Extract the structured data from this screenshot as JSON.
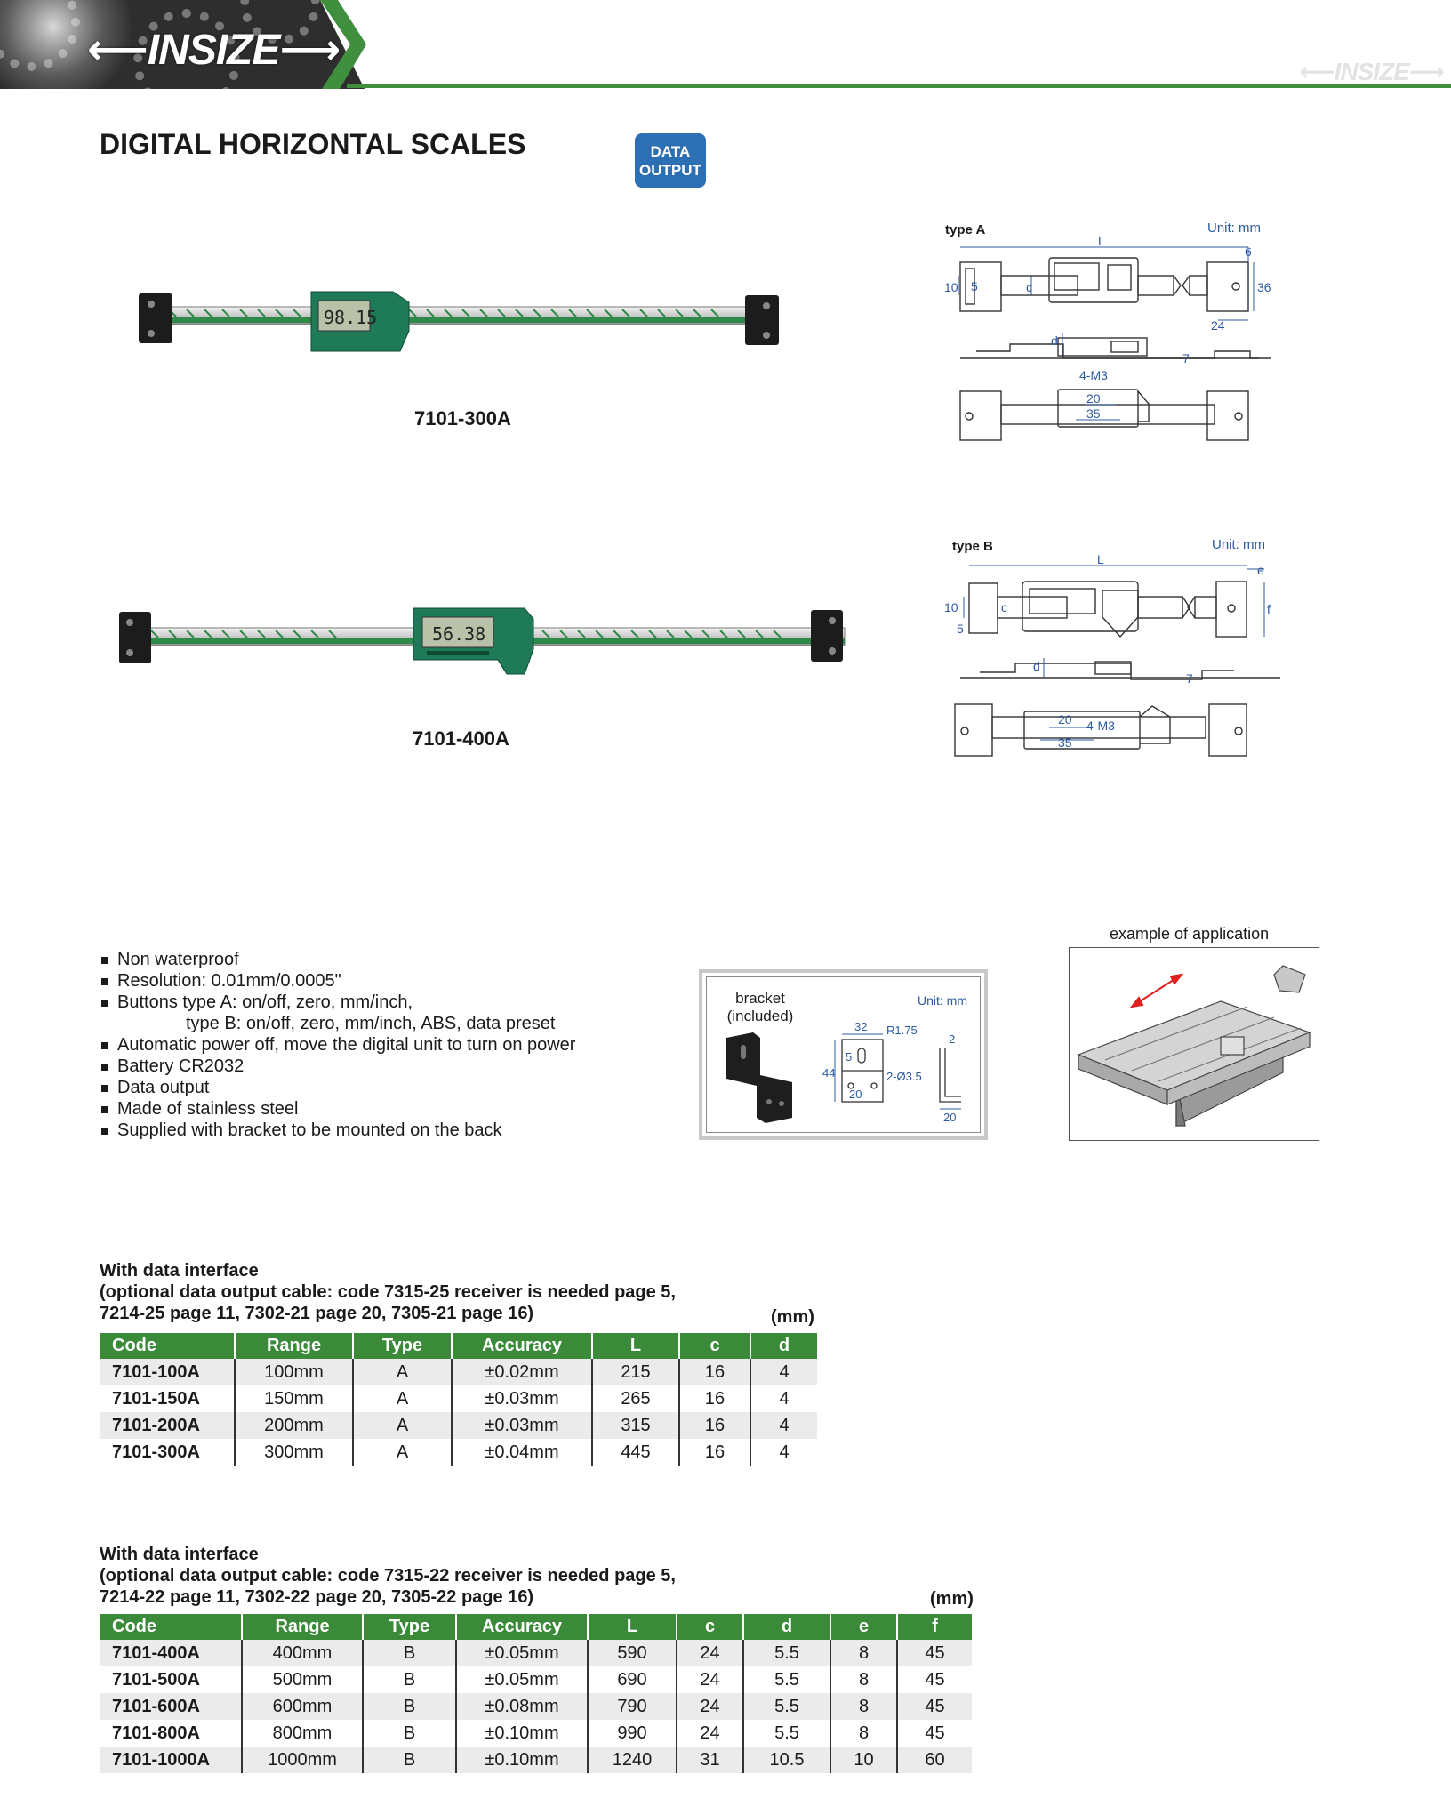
{
  "header": {
    "brand": "INSIZE",
    "brand_display": "⟵INSIZE⟶"
  },
  "page": {
    "title": "DIGITAL HORIZONTAL SCALES",
    "badge_line1": "DATA",
    "badge_line2": "OUTPUT"
  },
  "products": [
    {
      "caption": "7101-300A",
      "display": "98.15"
    },
    {
      "caption": "7101-400A",
      "display": "56.38"
    }
  ],
  "drawings": {
    "type_a": {
      "label": "type A",
      "unit": "Unit: mm",
      "dims": [
        "L",
        "6",
        "36",
        "24",
        "10",
        "5",
        "c",
        "d",
        "7",
        "4-M3",
        "20",
        "35"
      ]
    },
    "type_b": {
      "label": "type B",
      "unit": "Unit: mm",
      "dims": [
        "L",
        "e",
        "f",
        "10",
        "5",
        "c",
        "d",
        "7",
        "20",
        "4-M3",
        "35"
      ]
    }
  },
  "features": [
    "Non waterproof",
    "Resolution: 0.01mm/0.0005\"",
    "Buttons type A: on/off, zero, mm/inch,",
    "type B: on/off, zero, mm/inch, ABS, data preset",
    "Automatic power off, move the digital unit to turn on power",
    "Battery CR2032",
    "Data output",
    "Made of stainless steel",
    "Supplied with bracket to be mounted on the back"
  ],
  "bracket": {
    "label_line1": "bracket",
    "label_line2": "(included)",
    "unit": "Unit: mm",
    "dims": [
      "32",
      "R1.75",
      "2",
      "44",
      "5",
      "2-Ø3.5",
      "20",
      "20"
    ]
  },
  "application": {
    "label": "example of application"
  },
  "table1": {
    "note_line1": "With data interface",
    "note_line2": "(optional data output cable: code 7315-25 receiver is needed page 5,",
    "note_line3": "7214-25 page 11, 7302-21 page 20, 7305-21 page 16)",
    "unit": "(mm)",
    "columns": [
      "Code",
      "Range",
      "Type",
      "Accuracy",
      "L",
      "c",
      "d"
    ],
    "rows": [
      [
        "7101-100A",
        "100mm",
        "A",
        "±0.02mm",
        "215",
        "16",
        "4"
      ],
      [
        "7101-150A",
        "150mm",
        "A",
        "±0.03mm",
        "265",
        "16",
        "4"
      ],
      [
        "7101-200A",
        "200mm",
        "A",
        "±0.03mm",
        "315",
        "16",
        "4"
      ],
      [
        "7101-300A",
        "300mm",
        "A",
        "±0.04mm",
        "445",
        "16",
        "4"
      ]
    ]
  },
  "table2": {
    "note_line1": "With data interface",
    "note_line2": "(optional data output cable: code 7315-22 receiver is needed page 5,",
    "note_line3": "7214-22 page 11, 7302-22 page 20, 7305-22 page 16)",
    "unit": "(mm)",
    "columns": [
      "Code",
      "Range",
      "Type",
      "Accuracy",
      "L",
      "c",
      "d",
      "e",
      "f"
    ],
    "rows": [
      [
        "7101-400A",
        "400mm",
        "B",
        "±0.05mm",
        "590",
        "24",
        "5.5",
        "8",
        "45"
      ],
      [
        "7101-500A",
        "500mm",
        "B",
        "±0.05mm",
        "690",
        "24",
        "5.5",
        "8",
        "45"
      ],
      [
        "7101-600A",
        "600mm",
        "B",
        "±0.08mm",
        "790",
        "24",
        "5.5",
        "8",
        "45"
      ],
      [
        "7101-800A",
        "800mm",
        "B",
        "±0.10mm",
        "990",
        "24",
        "5.5",
        "8",
        "45"
      ],
      [
        "7101-1000A",
        "1000mm",
        "B",
        "±0.10mm",
        "1240",
        "31",
        "10.5",
        "10",
        "60"
      ]
    ]
  },
  "colors": {
    "green": "#3a8a3a",
    "badge_blue": "#2c6fb3",
    "dimension_blue": "#2c5aa0"
  }
}
